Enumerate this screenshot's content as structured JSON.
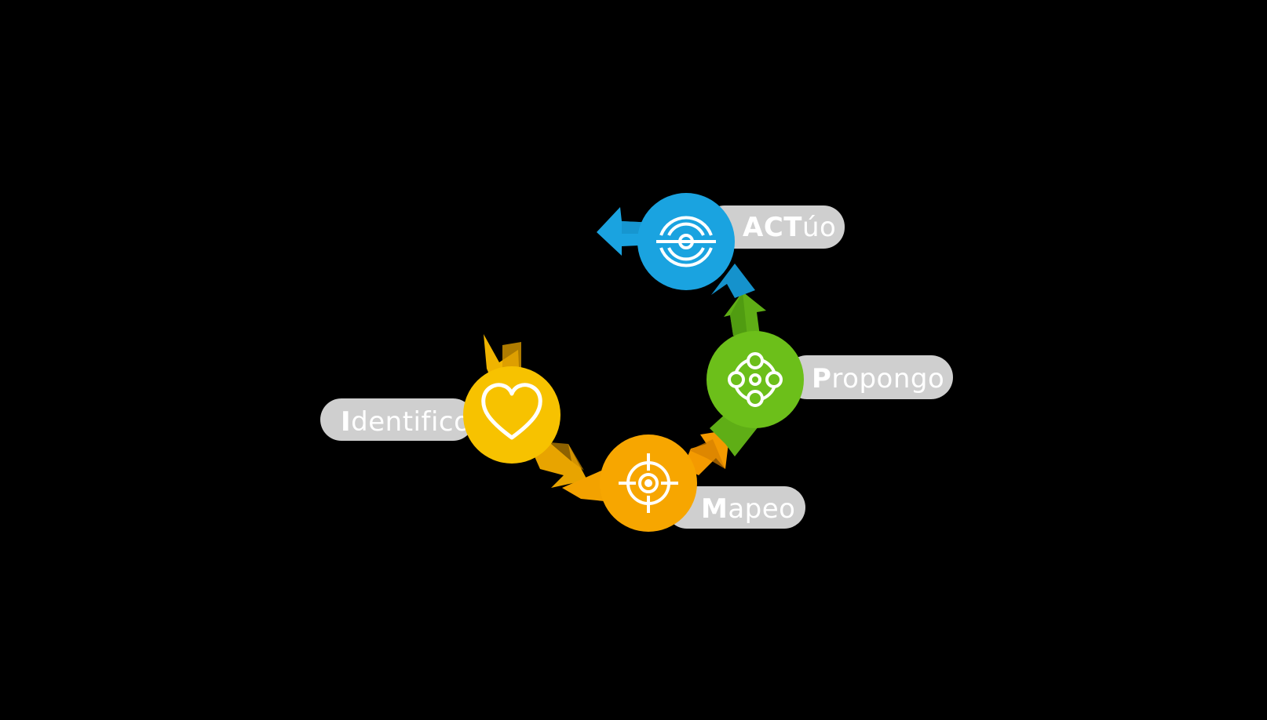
{
  "colors": {
    "background": "#000000",
    "pill": "#cfcfcf",
    "label_text": "#ffffff",
    "icon_stroke": "#ffffff"
  },
  "steps": [
    {
      "id": "identifico",
      "initial": "I",
      "rest": "dentifico",
      "icon": "heart-icon",
      "color": "#f7c200",
      "arrow_color": "#f0b400"
    },
    {
      "id": "mapeo",
      "initial": "M",
      "rest": "apeo",
      "icon": "crosshair-icon",
      "color": "#f7a600",
      "arrow_color": "#f49a00"
    },
    {
      "id": "propongo",
      "initial": "P",
      "rest": "ropongo",
      "icon": "circle-of-people-icon",
      "color": "#6cbf1a",
      "arrow_color": "#5fae16"
    },
    {
      "id": "actuo",
      "initial": "ACT",
      "rest": "úo",
      "icon": "target-icon",
      "color": "#1aa3e0",
      "arrow_color": "#1592cc"
    }
  ]
}
